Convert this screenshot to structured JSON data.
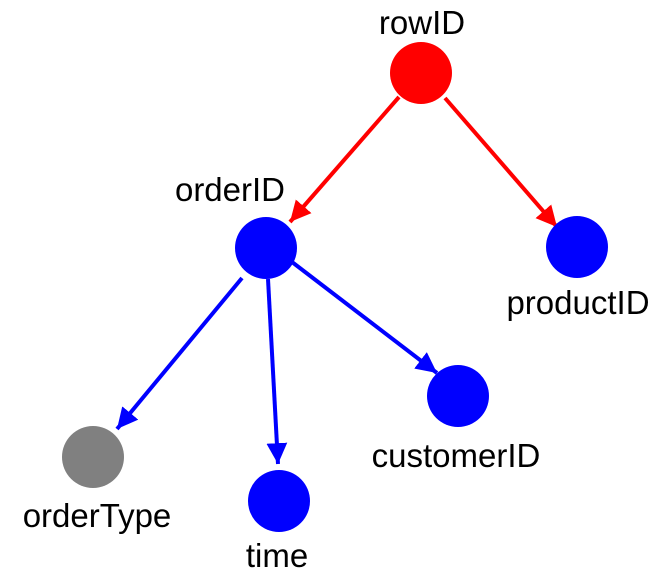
{
  "diagram": {
    "background_color": "#ffffff",
    "label_color": "#000000",
    "colors": {
      "root_node": "#ff0000",
      "standard_node": "#0000ff",
      "inactive_node": "#808080"
    },
    "nodes": [
      {
        "id": "rowID",
        "label": "rowID",
        "color": "#ff0000"
      },
      {
        "id": "orderID",
        "label": "orderID",
        "color": "#0000ff"
      },
      {
        "id": "productID",
        "label": "productID",
        "color": "#0000ff"
      },
      {
        "id": "orderType",
        "label": "orderType",
        "color": "#808080"
      },
      {
        "id": "time",
        "label": "time",
        "color": "#0000ff"
      },
      {
        "id": "customerID",
        "label": "customerID",
        "color": "#0000ff"
      }
    ],
    "edges": [
      {
        "from": "rowID",
        "to": "orderID",
        "color": "#ff0000"
      },
      {
        "from": "rowID",
        "to": "productID",
        "color": "#ff0000"
      },
      {
        "from": "orderID",
        "to": "orderType",
        "color": "#0000ff"
      },
      {
        "from": "orderID",
        "to": "time",
        "color": "#0000ff"
      },
      {
        "from": "orderID",
        "to": "customerID",
        "color": "#0000ff"
      }
    ]
  }
}
